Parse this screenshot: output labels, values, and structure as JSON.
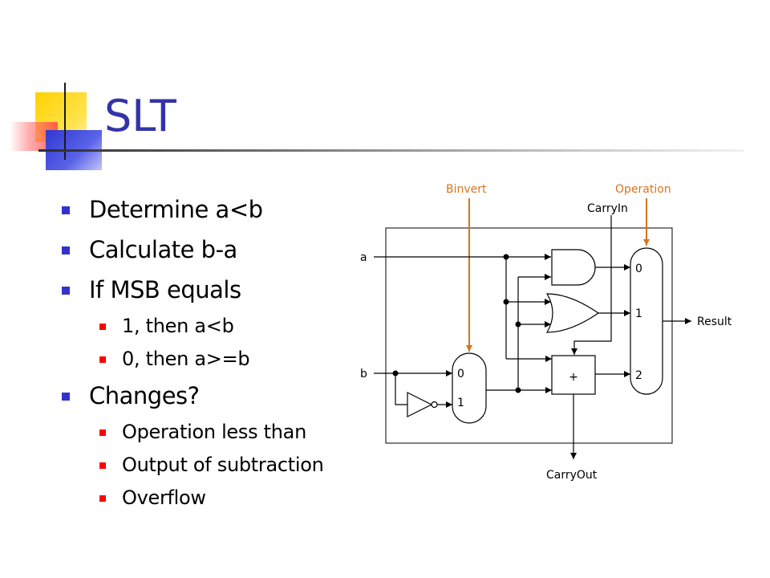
{
  "slide": {
    "title": "SLT",
    "bullets": [
      {
        "text": "Determine a<b",
        "level": 1
      },
      {
        "text": "Calculate b-a",
        "level": 1
      },
      {
        "text": "If MSB equals",
        "level": 1
      },
      {
        "text": "1, then a<b",
        "level": 2
      },
      {
        "text": "0, then a>=b",
        "level": 2
      },
      {
        "text": "Changes?",
        "level": 1
      },
      {
        "text": "Operation less than",
        "level": 2
      },
      {
        "text": "Output of subtraction",
        "level": 2
      },
      {
        "text": "Overflow",
        "level": 2
      }
    ]
  },
  "circuit": {
    "labels": {
      "binvert": "Binvert",
      "operation": "Operation",
      "carry_in": "CarryIn",
      "input_a": "a",
      "input_b": "b",
      "result": "Result",
      "carry_out": "CarryOut",
      "adder_symbol": "+",
      "mux_b_in0": "0",
      "mux_b_in1": "1",
      "mux_op_in0": "0",
      "mux_op_in1": "1",
      "mux_op_in2": "2"
    },
    "colors": {
      "control_signal": "#d4761c",
      "wire": "#000000",
      "title": "#3333a8",
      "bullet_level1": "#3333cc",
      "bullet_level2": "#ff0000"
    }
  }
}
